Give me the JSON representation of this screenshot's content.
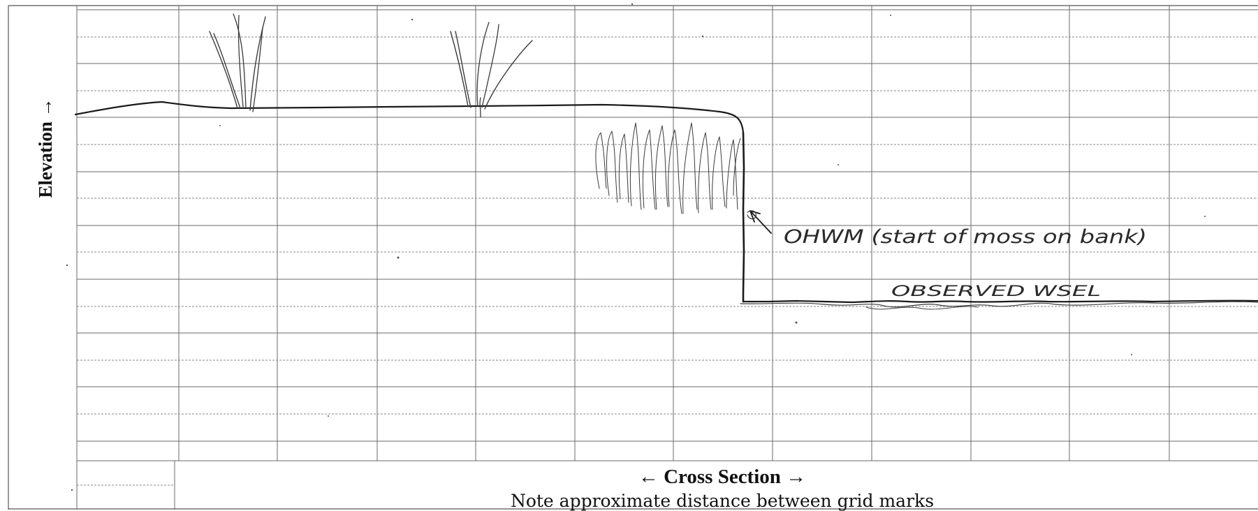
{
  "form": {
    "y_axis_label": "Elevation →",
    "x_axis_label": "← Cross Section →",
    "note": "Note approximate distance between grid marks"
  },
  "annotations": {
    "ohwm": "OHWM (start of moss on bank)",
    "observed_water": "OBSERVED WSEL"
  },
  "colors": {
    "grid": "#6a6a6a",
    "ink": "#1a1a1a"
  }
}
